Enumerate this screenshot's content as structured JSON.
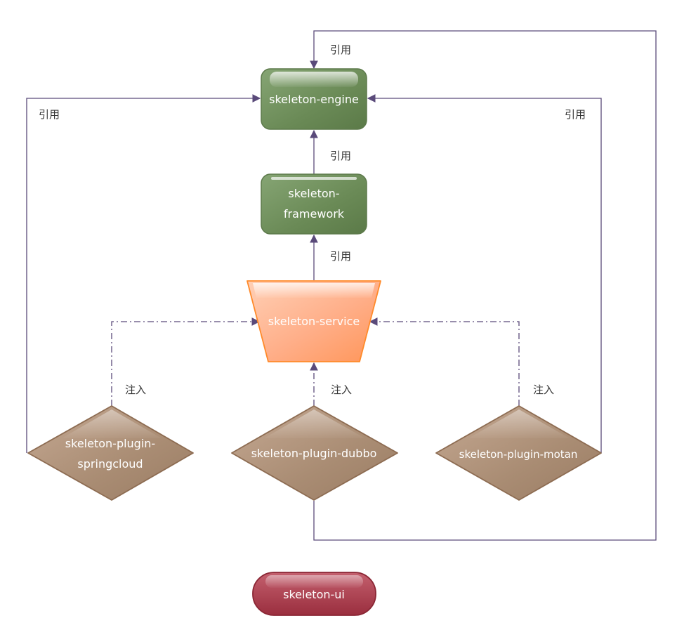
{
  "nodes": {
    "engine": {
      "label": "skeleton-engine",
      "color": "#6f8f5a"
    },
    "framework": {
      "label_line1": "skeleton-",
      "label_line2": "framework",
      "color": "#6f8f5a"
    },
    "service": {
      "label": "skeleton-service",
      "color": "#ffab85"
    },
    "springcloud": {
      "label_line1": "skeleton-plugin-",
      "label_line2": "springcloud",
      "color": "#a88a70"
    },
    "dubbo": {
      "label": "skeleton-plugin-dubbo",
      "color": "#a88a70"
    },
    "motan": {
      "label": "skeleton-plugin-motan",
      "color": "#a88a70"
    },
    "ui": {
      "label": "skeleton-ui",
      "color": "#a83a4a"
    }
  },
  "edge_labels": {
    "reference": "引用",
    "inject": "注入"
  },
  "colors": {
    "edge": "#5a4a7a"
  }
}
